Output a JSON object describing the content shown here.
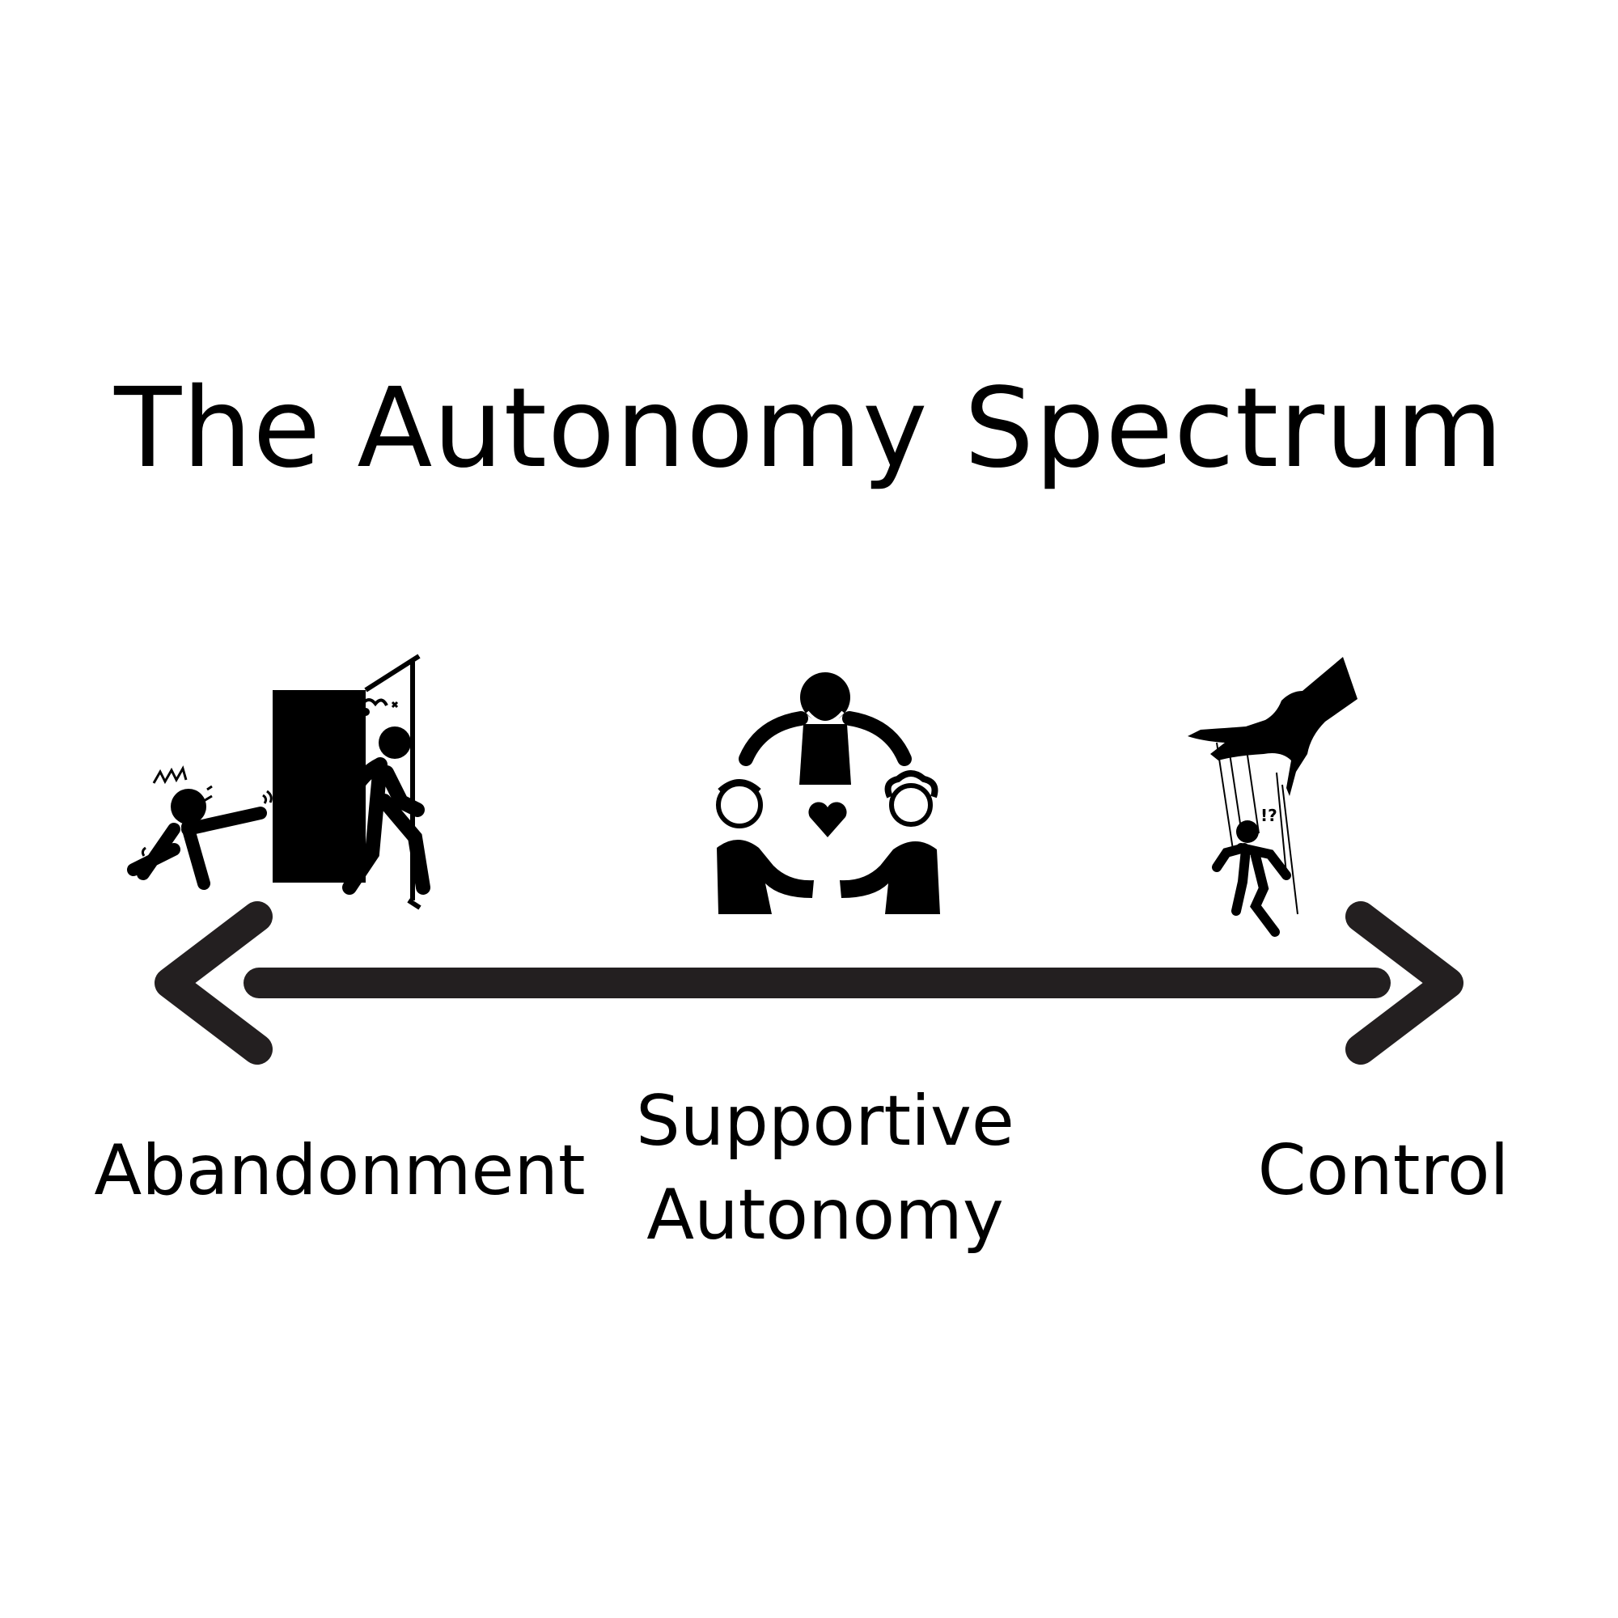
{
  "title": "The Autonomy Spectrum",
  "labels": {
    "left": "Abandonment",
    "center_line1": "Supportive",
    "center_line2": "Autonomy",
    "right": "Control"
  },
  "puppet_marks": "!?",
  "colors": {
    "ink": "#000000",
    "arrow": "#231f20",
    "background": "#ffffff"
  },
  "icons": {
    "left": "abandonment-icon",
    "center": "family-support-icon",
    "right": "puppet-control-icon",
    "axis": "double-headed-arrow-icon"
  }
}
